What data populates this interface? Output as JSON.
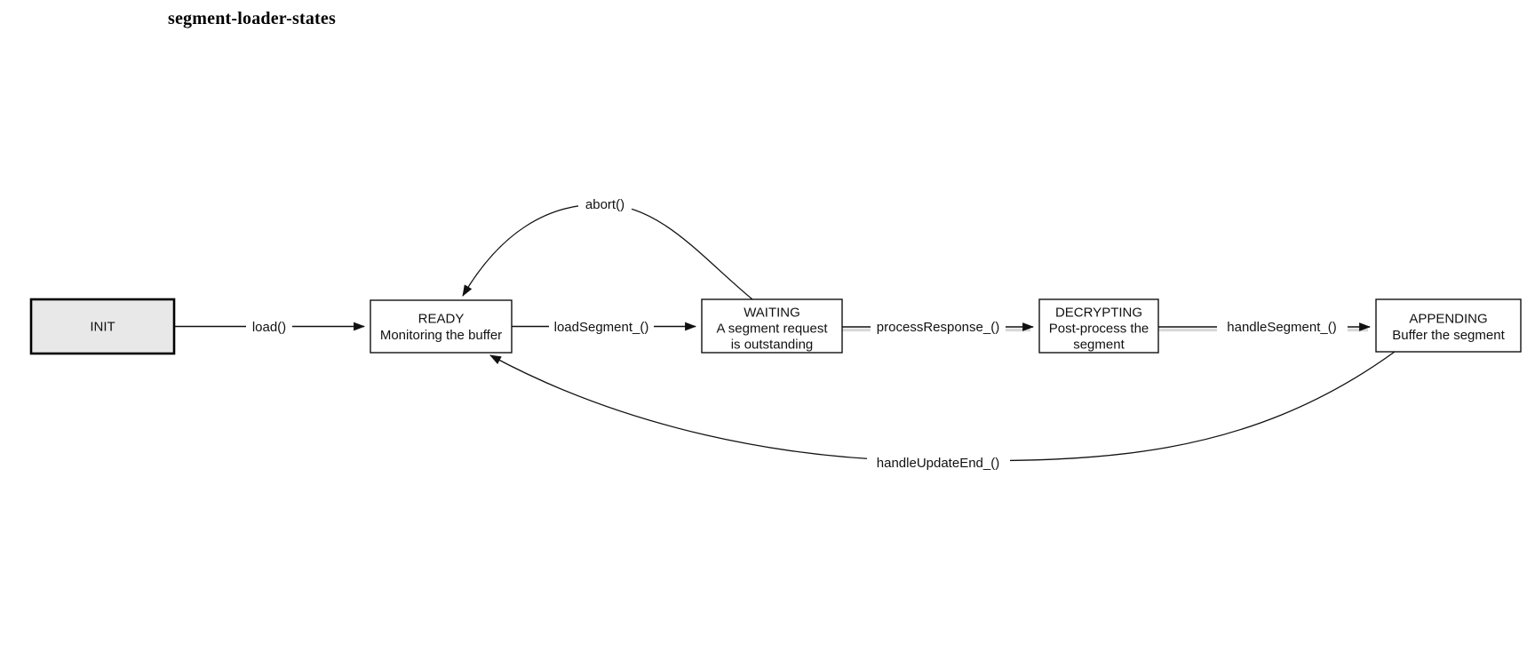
{
  "title": "segment-loader-states",
  "colors": {
    "background": "#ffffff",
    "line": "#111111",
    "start_node_fill": "#e8e8e8",
    "edge_shadow": "#d9d9d9"
  },
  "nodes": {
    "init": {
      "name": "INIT"
    },
    "ready": {
      "name": "READY",
      "desc": "Monitoring the buffer"
    },
    "waiting": {
      "name": "WAITING",
      "desc_line1": "A segment request",
      "desc_line2": "is outstanding"
    },
    "decrypting": {
      "name": "DECRYPTING",
      "desc_line1": "Post-process the",
      "desc_line2": "segment"
    },
    "appending": {
      "name": "APPENDING",
      "desc": "Buffer the segment"
    }
  },
  "edges": {
    "load": {
      "label": "load()",
      "from": "INIT",
      "to": "READY"
    },
    "load_segment": {
      "label": "loadSegment_()",
      "from": "READY",
      "to": "WAITING"
    },
    "process_response": {
      "label": "processResponse_()",
      "from": "WAITING",
      "to": "DECRYPTING"
    },
    "handle_segment": {
      "label": "handleSegment_()",
      "from": "DECRYPTING",
      "to": "APPENDING"
    },
    "abort": {
      "label": "abort()",
      "from": "WAITING",
      "to": "READY"
    },
    "handle_update_end": {
      "label": "handleUpdateEnd_()",
      "from": "APPENDING",
      "to": "READY"
    }
  }
}
